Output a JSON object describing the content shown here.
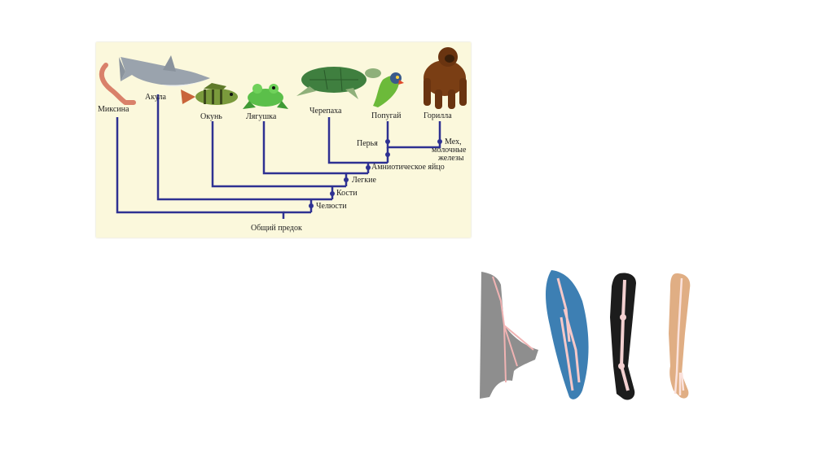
{
  "cladogram": {
    "taxa": {
      "hagfish": "Миксина",
      "shark": "Акула",
      "perch": "Окунь",
      "frog": "Лягушка",
      "turtle": "Черепаха",
      "parrot": "Попугай",
      "gorilla": "Горилла"
    },
    "traits": {
      "feathers": "Перья",
      "fur_line1": "Мех,",
      "fur_line2": "молочные",
      "fur_line3": "железы",
      "amniotic_egg": "Амниотическое яйцо",
      "lungs": "Легкие",
      "bones": "Кости",
      "jaws": "Челюсти",
      "common_ancestor": "Общий предок"
    },
    "colors": {
      "line": "#2e3192",
      "background": "#fbf8dc"
    },
    "icons": [
      "hagfish-icon",
      "shark-icon",
      "perch-icon",
      "frog-icon",
      "turtle-icon",
      "parrot-icon",
      "gorilla-icon"
    ]
  },
  "limbs": {
    "icons": [
      "bat-wing-icon",
      "whale-flipper-icon",
      "cat-leg-icon",
      "human-arm-icon"
    ]
  }
}
